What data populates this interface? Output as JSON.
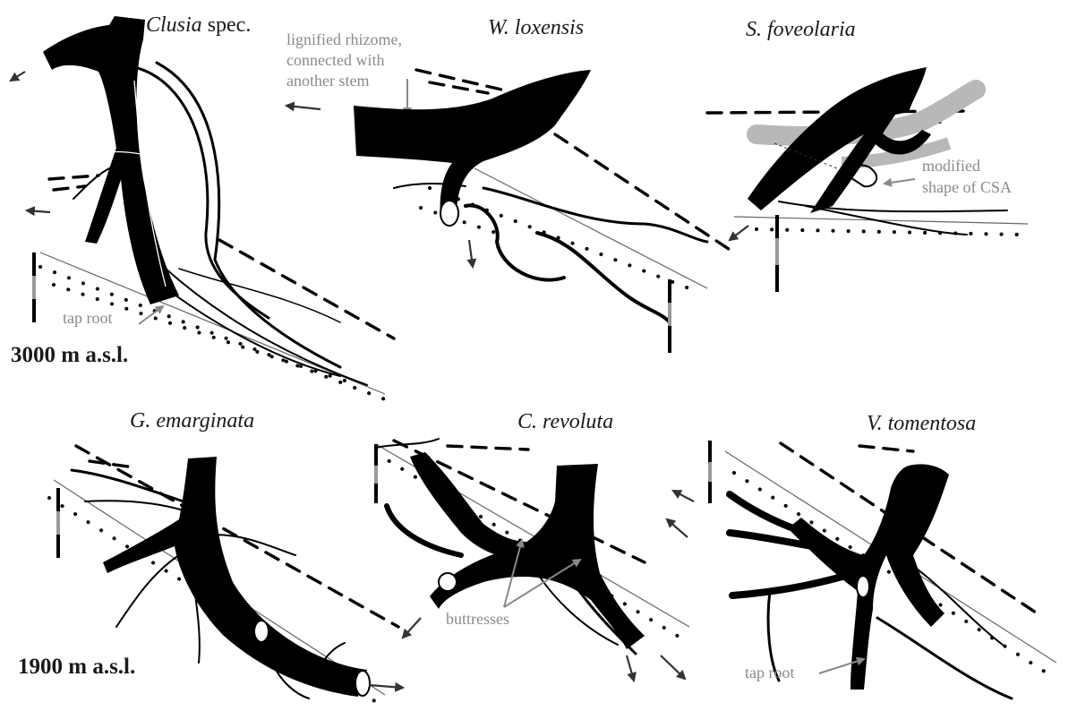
{
  "panels": {
    "clusia": {
      "species": "Clusia",
      "species_suffix": " spec.",
      "annotation": "tap root"
    },
    "loxensis": {
      "species": "W. loxensis",
      "annotation_line1": "lignified rhizome,",
      "annotation_line2": "connected with",
      "annotation_line3": "another stem"
    },
    "foveolaria": {
      "species": "S. foveolaria",
      "annotation_line1": "modified",
      "annotation_line2": "shape of CSA"
    },
    "emarginata": {
      "species": "G. emarginata"
    },
    "revoluta": {
      "species": "C. revoluta",
      "annotation": "buttresses"
    },
    "tomentosa": {
      "species": "V. tomentosa",
      "annotation": "tap root"
    }
  },
  "altitudes": {
    "top": "3000 m a.s.l.",
    "bottom": "1900 m a.s.l."
  },
  "colors": {
    "ink": "#000000",
    "annotation": "#8a8a8a",
    "scalebar_grey": "#9a9a9a",
    "cross_section": "#b8b8b8"
  }
}
